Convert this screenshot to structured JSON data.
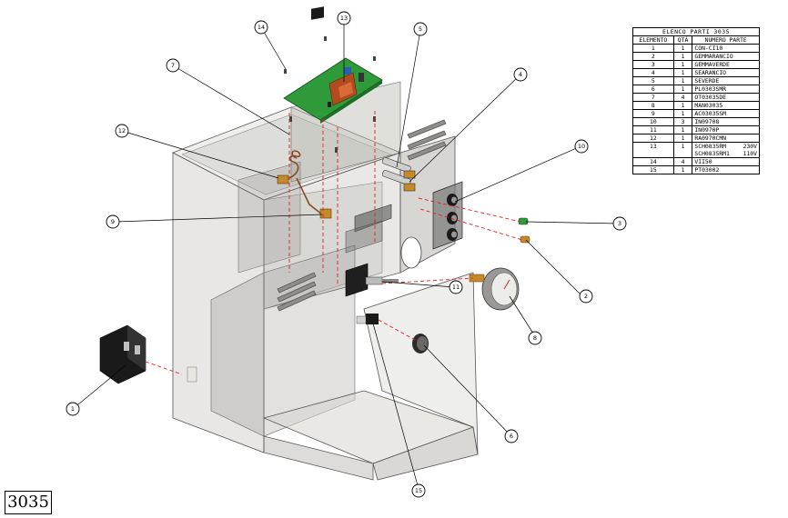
{
  "drawing_label": "3035",
  "bom": {
    "title": "ELENCO PARTI 3035",
    "headers": {
      "element": "ELEMENTO",
      "qty": "QTÀ",
      "part_number": "NUMERO PARTE"
    },
    "rows": [
      {
        "element": "1",
        "qty": "1",
        "part_number": "CON-CI10"
      },
      {
        "element": "2",
        "qty": "1",
        "part_number": "GEMMARANCIO"
      },
      {
        "element": "3",
        "qty": "1",
        "part_number": "GEMMAVERDE"
      },
      {
        "element": "4",
        "qty": "1",
        "part_number": "SEARANCIO"
      },
      {
        "element": "5",
        "qty": "1",
        "part_number": "SEVERDE"
      },
      {
        "element": "6",
        "qty": "1",
        "part_number": "PL0303SMR"
      },
      {
        "element": "7",
        "qty": "4",
        "part_number": "OT03035DE"
      },
      {
        "element": "8",
        "qty": "1",
        "part_number": "MAN03035"
      },
      {
        "element": "9",
        "qty": "1",
        "part_number": "AC03035SM"
      },
      {
        "element": "10",
        "qty": "3",
        "part_number": "IN09708"
      },
      {
        "element": "11",
        "qty": "1",
        "part_number": "IN0970P"
      },
      {
        "element": "12",
        "qty": "1",
        "part_number": "RA0970CMN"
      },
      {
        "element": "13",
        "qty": "1",
        "part_number": "SCH0835RM",
        "part_number_extra": "230V",
        "part_number_line2": "SCH0835RM1",
        "part_number_line2_extra": "110V"
      },
      {
        "element": "14",
        "qty": "4",
        "part_number": "VII50"
      },
      {
        "element": "15",
        "qty": "1",
        "part_number": "PT03002"
      }
    ]
  },
  "callouts": [
    "1",
    "2",
    "3",
    "4",
    "5",
    "6",
    "7",
    "8",
    "9",
    "10",
    "11",
    "12",
    "13",
    "14",
    "15"
  ],
  "colors": {
    "pcb": "#2e9a3a",
    "hidden_line": "#e02020",
    "housing": "#c9c7c2",
    "housing_dark": "#8f8d88",
    "gauge": "#9a9896"
  }
}
